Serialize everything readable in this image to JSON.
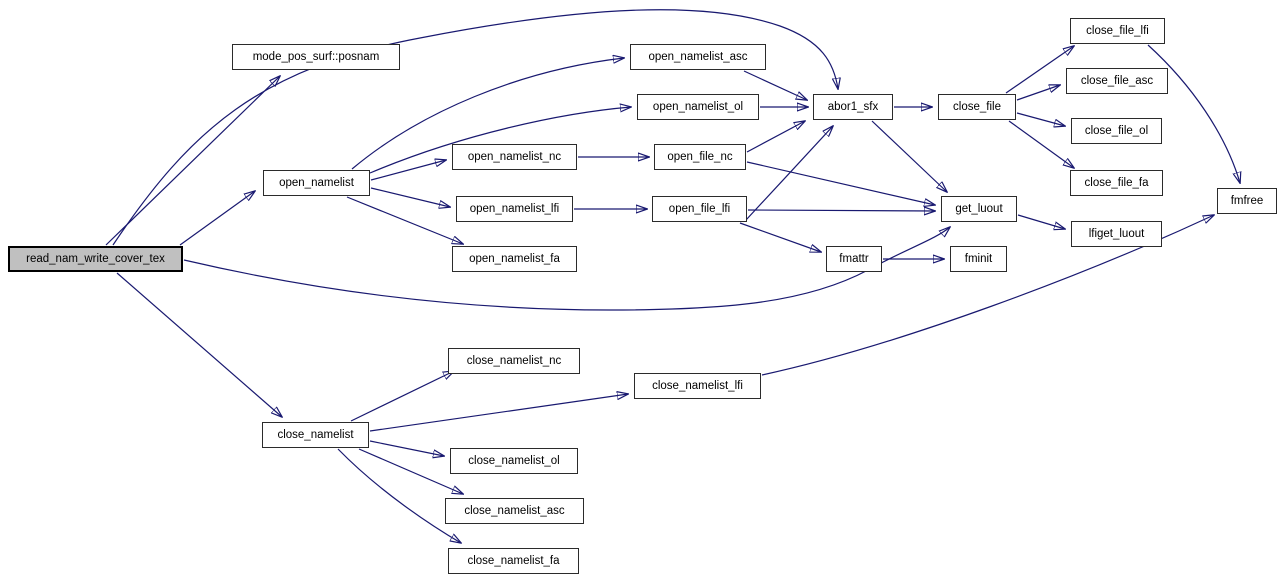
{
  "diagram": {
    "type": "call-graph",
    "root": "read_nam_write_cover_tex",
    "colors": {
      "edge": "#191970",
      "node_border": "#2b2b2b",
      "node_fill": "#ffffff",
      "root_fill": "#c0c0c0",
      "text": "#000000",
      "background": "#ffffff"
    },
    "nodes": [
      {
        "id": "read_nam_write_cover_tex",
        "label": "read_nam_write_cover_tex"
      },
      {
        "id": "mode_pos_surf_posnam",
        "label": "mode_pos_surf::posnam"
      },
      {
        "id": "open_namelist",
        "label": "open_namelist"
      },
      {
        "id": "open_namelist_asc",
        "label": "open_namelist_asc"
      },
      {
        "id": "open_namelist_ol",
        "label": "open_namelist_ol"
      },
      {
        "id": "open_namelist_nc",
        "label": "open_namelist_nc"
      },
      {
        "id": "open_namelist_lfi",
        "label": "open_namelist_lfi"
      },
      {
        "id": "open_namelist_fa",
        "label": "open_namelist_fa"
      },
      {
        "id": "open_file_nc",
        "label": "open_file_nc"
      },
      {
        "id": "open_file_lfi",
        "label": "open_file_lfi"
      },
      {
        "id": "abor1_sfx",
        "label": "abor1_sfx"
      },
      {
        "id": "close_file",
        "label": "close_file"
      },
      {
        "id": "get_luout",
        "label": "get_luout"
      },
      {
        "id": "fmattr",
        "label": "fmattr"
      },
      {
        "id": "fminit",
        "label": "fminit"
      },
      {
        "id": "lfiget_luout",
        "label": "lfiget_luout"
      },
      {
        "id": "close_file_lfi",
        "label": "close_file_lfi"
      },
      {
        "id": "close_file_asc",
        "label": "close_file_asc"
      },
      {
        "id": "close_file_ol",
        "label": "close_file_ol"
      },
      {
        "id": "close_file_fa",
        "label": "close_file_fa"
      },
      {
        "id": "fmfree",
        "label": "fmfree"
      },
      {
        "id": "close_namelist",
        "label": "close_namelist"
      },
      {
        "id": "close_namelist_nc",
        "label": "close_namelist_nc"
      },
      {
        "id": "close_namelist_lfi",
        "label": "close_namelist_lfi"
      },
      {
        "id": "close_namelist_ol",
        "label": "close_namelist_ol"
      },
      {
        "id": "close_namelist_asc",
        "label": "close_namelist_asc"
      },
      {
        "id": "close_namelist_fa",
        "label": "close_namelist_fa"
      }
    ],
    "edges": [
      {
        "from": "read_nam_write_cover_tex",
        "to": "mode_pos_surf::posnam"
      },
      {
        "from": "read_nam_write_cover_tex",
        "to": "open_namelist"
      },
      {
        "from": "read_nam_write_cover_tex",
        "to": "abor1_sfx"
      },
      {
        "from": "read_nam_write_cover_tex",
        "to": "get_luout"
      },
      {
        "from": "read_nam_write_cover_tex",
        "to": "close_namelist"
      },
      {
        "from": "open_namelist",
        "to": "open_namelist_asc"
      },
      {
        "from": "open_namelist",
        "to": "open_namelist_ol"
      },
      {
        "from": "open_namelist",
        "to": "open_namelist_nc"
      },
      {
        "from": "open_namelist",
        "to": "open_namelist_lfi"
      },
      {
        "from": "open_namelist",
        "to": "open_namelist_fa"
      },
      {
        "from": "open_namelist_asc",
        "to": "abor1_sfx"
      },
      {
        "from": "open_namelist_ol",
        "to": "abor1_sfx"
      },
      {
        "from": "open_namelist_nc",
        "to": "open_file_nc"
      },
      {
        "from": "open_namelist_lfi",
        "to": "open_file_lfi"
      },
      {
        "from": "open_file_nc",
        "to": "abor1_sfx"
      },
      {
        "from": "open_file_nc",
        "to": "get_luout"
      },
      {
        "from": "open_file_lfi",
        "to": "abor1_sfx"
      },
      {
        "from": "open_file_lfi",
        "to": "get_luout"
      },
      {
        "from": "open_file_lfi",
        "to": "fmattr"
      },
      {
        "from": "abor1_sfx",
        "to": "close_file"
      },
      {
        "from": "abor1_sfx",
        "to": "get_luout"
      },
      {
        "from": "close_file",
        "to": "close_file_lfi"
      },
      {
        "from": "close_file",
        "to": "close_file_asc"
      },
      {
        "from": "close_file",
        "to": "close_file_ol"
      },
      {
        "from": "close_file",
        "to": "close_file_fa"
      },
      {
        "from": "close_file_lfi",
        "to": "fmfree"
      },
      {
        "from": "get_luout",
        "to": "lfiget_luout"
      },
      {
        "from": "fmattr",
        "to": "fminit"
      },
      {
        "from": "close_namelist",
        "to": "close_namelist_nc"
      },
      {
        "from": "close_namelist",
        "to": "close_namelist_lfi"
      },
      {
        "from": "close_namelist",
        "to": "close_namelist_ol"
      },
      {
        "from": "close_namelist",
        "to": "close_namelist_asc"
      },
      {
        "from": "close_namelist",
        "to": "close_namelist_fa"
      },
      {
        "from": "close_namelist_lfi",
        "to": "fmfree"
      }
    ]
  }
}
